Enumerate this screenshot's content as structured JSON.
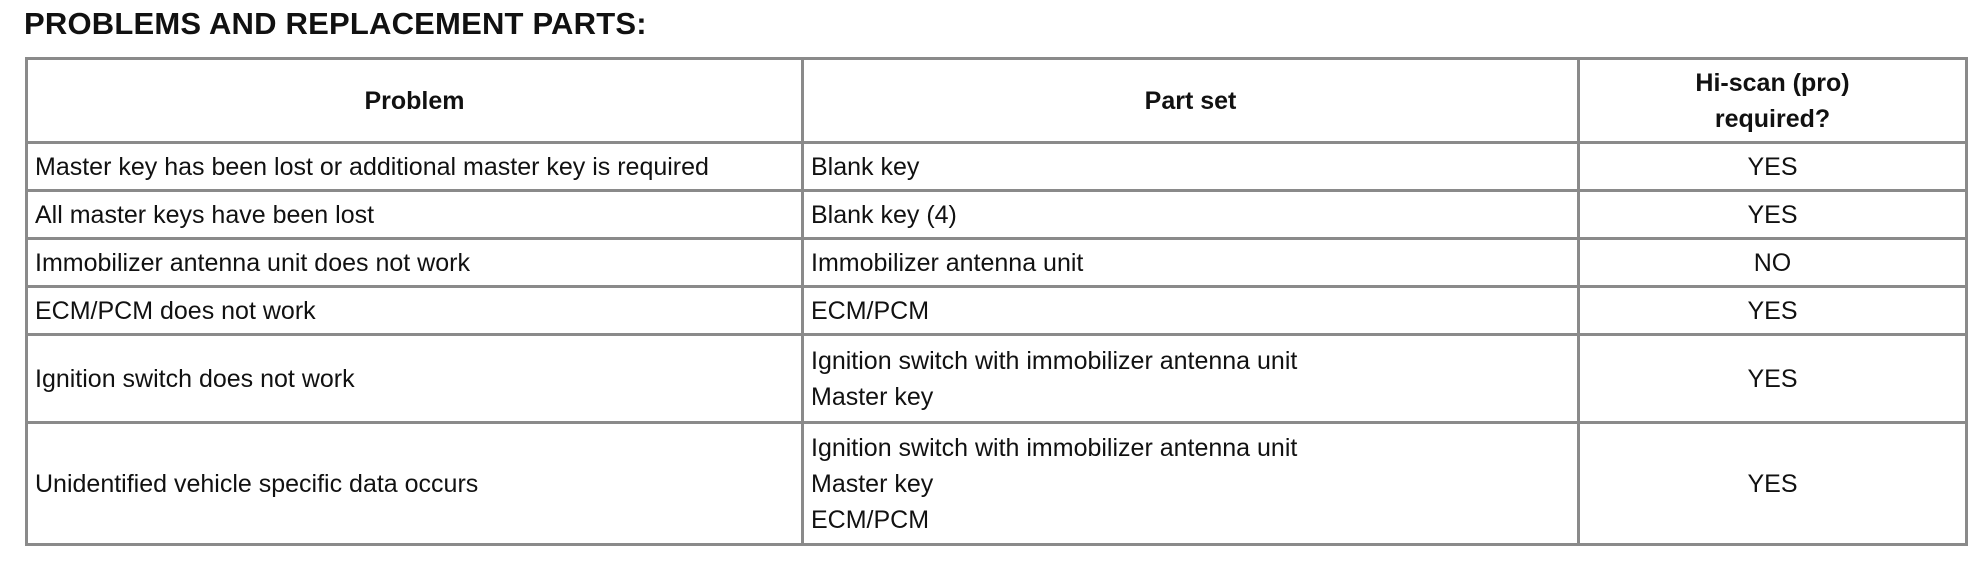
{
  "document": {
    "title": "PROBLEMS AND REPLACEMENT PARTS:"
  },
  "table": {
    "headers": {
      "problem": "Problem",
      "part_set": "Part set",
      "hiscan_line1": "Hi-scan (pro)",
      "hiscan_line2": "required?"
    },
    "rows": [
      {
        "problem": "Master key has been lost or additional master key is required",
        "parts": [
          "Blank key"
        ],
        "hiscan": "YES"
      },
      {
        "problem": "All master keys have been lost",
        "parts": [
          "Blank key (4)"
        ],
        "hiscan": "YES"
      },
      {
        "problem": "Immobilizer antenna unit does not work",
        "parts": [
          "Immobilizer antenna unit"
        ],
        "hiscan": "NO"
      },
      {
        "problem": "ECM/PCM does not work",
        "parts": [
          "ECM/PCM"
        ],
        "hiscan": "YES"
      },
      {
        "problem": "Ignition switch does not work",
        "parts": [
          "Ignition switch with immobilizer antenna unit",
          "Master key"
        ],
        "hiscan": "YES"
      },
      {
        "problem": "Unidentified vehicle specific data occurs",
        "parts": [
          "Ignition switch with immobilizer antenna unit",
          "Master key",
          "ECM/PCM"
        ],
        "hiscan": "YES"
      }
    ]
  }
}
